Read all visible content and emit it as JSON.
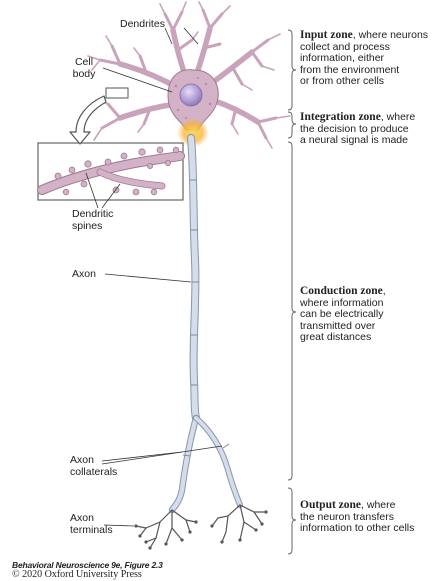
{
  "labels": {
    "dendrites": "Dendrites",
    "cell_body": [
      "Cell",
      "body"
    ],
    "dendritic_spines": [
      "Dendritic",
      "spines"
    ],
    "axon": "Axon",
    "axon_collaterals": [
      "Axon",
      "collaterals"
    ],
    "axon_terminals": [
      "Axon",
      "terminals"
    ]
  },
  "zones": {
    "input": {
      "title": "Input zone",
      "rest": [
        ", where neurons",
        "collect and process",
        "information, either",
        "from the environment",
        "or from other cells"
      ]
    },
    "integration": {
      "title": "Integration zone",
      "rest": [
        ", where",
        "the decision to produce",
        "a neural signal is made"
      ]
    },
    "conduction": {
      "title": "Conduction zone",
      "rest": [
        ",",
        "where information",
        "can be electrically",
        "transmitted over",
        "great distances"
      ]
    },
    "output": {
      "title": "Output zone",
      "rest": [
        ", where",
        "the neuron transfers",
        "information to other cells"
      ]
    }
  },
  "caption": {
    "book": "Behavioral Neuroscience 9e, Figure 2.3",
    "copyright": "© 2020 Oxford University Press"
  },
  "colors": {
    "membrane": "#d3b1c6",
    "membrane_edge": "#9c7a90",
    "nucleus": "#b7a4d8",
    "axon_hillock_glow": "#f8c040",
    "axon": "#c0ccdc",
    "axon_edge": "#8796ad",
    "leader": "#333333",
    "bracket": "#666666"
  }
}
